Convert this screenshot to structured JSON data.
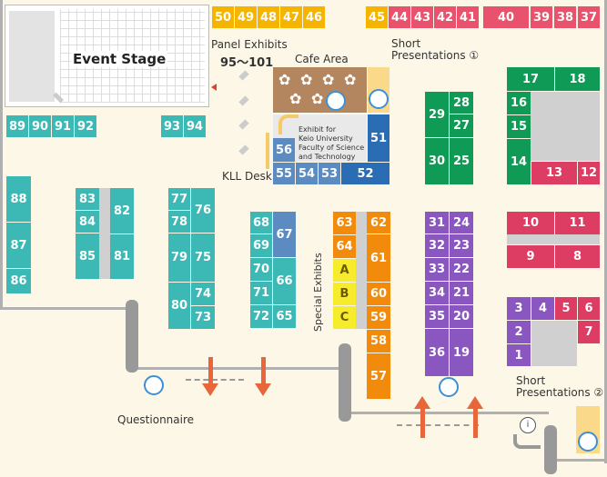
{
  "labels": {
    "event_stage": "Event Stage",
    "panel_exhibits": "Panel Exhibits",
    "panel_range": "95〜101",
    "cafe_area": "Cafe Area",
    "short_presentations_1": "Short\nPresentations ①",
    "short_presentations_2": "Short\nPresentations ②",
    "exhibit_keio": "Exhibit for\nKeio University\nFaculty of Science\nand Technology",
    "kll_desk": "KLL Desk",
    "special_exhibits": "Special Exhibits",
    "questionnaire": "Questionnaire"
  },
  "booths": {
    "top_yellow": [
      "50",
      "49",
      "48",
      "47",
      "46"
    ],
    "b45": "45",
    "top_pink": [
      "44",
      "43",
      "42",
      "41"
    ],
    "b40": "40",
    "b39": "39",
    "b38": "38",
    "b37": "37",
    "left_teal": [
      "89",
      "90",
      "91",
      "92"
    ],
    "b93": "93",
    "b94": "94",
    "b88": "88",
    "b87": "87",
    "b86": "86",
    "b83": "83",
    "b84": "84",
    "b85": "85",
    "b82": "82",
    "b81": "81",
    "b77": "77",
    "b78": "78",
    "b79": "79",
    "b80": "80",
    "b76": "76",
    "b75": "75",
    "b74": "74",
    "b73": "73",
    "b68": "68",
    "b69": "69",
    "b70": "70",
    "b71": "71",
    "b72": "72",
    "b67": "67",
    "b66": "66",
    "b65": "65",
    "b56": "56",
    "b55": "55",
    "b54": "54",
    "b53": "53",
    "b52": "52",
    "b51": "51",
    "b63": "63",
    "b64": "64",
    "bA": "A",
    "bB": "B",
    "bC": "C",
    "b62": "62",
    "b61": "61",
    "b60": "60",
    "b59": "59",
    "b58": "58",
    "b57": "57",
    "b29": "29",
    "b28": "28",
    "b27": "27",
    "b30": "30",
    "b25": "25",
    "b31": "31",
    "b24": "24",
    "b32": "32",
    "b23": "23",
    "b33": "33",
    "b22": "22",
    "b34": "34",
    "b21": "21",
    "b35": "35",
    "b20": "20",
    "b36": "36",
    "b19": "19",
    "b17": "17",
    "b18": "18",
    "b16": "16",
    "b15": "15",
    "b14": "14",
    "b13": "13",
    "b12": "12",
    "b10": "10",
    "b11": "11",
    "b9": "9",
    "b8": "8",
    "b3": "3",
    "b4": "4",
    "b5": "5",
    "b6": "6",
    "b2": "2",
    "b7": "7",
    "b1": "1"
  }
}
